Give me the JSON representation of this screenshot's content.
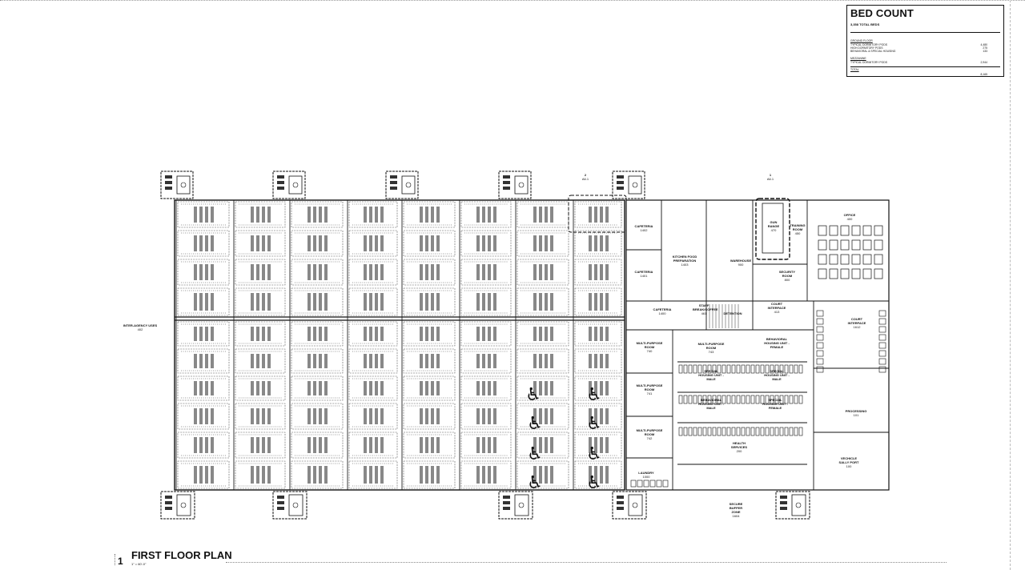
{
  "bed_count": {
    "title": "BED COUNT",
    "total_beds": "3,358 TOTAL BEDS",
    "ground_floor_header": "GROUND FLOOR",
    "rows": [
      {
        "label": "TYPICAL DORMITORY PODS",
        "value": "4,480"
      },
      {
        "label": "HIGH DORMITORY PODS",
        "value": "275"
      },
      {
        "label": "BEHAVIORAL & SPECIAL HOUSING",
        "value": "133"
      }
    ],
    "mezzanine_header": "MEZZANINE",
    "mezz_rows": [
      {
        "label": "TYPICAL DORMITORY PODS",
        "value": "2,944"
      }
    ],
    "total_label": "TOTAL",
    "total_value": "8,165"
  },
  "plan_title": "FIRST FLOOR PLAN",
  "view_number": "1",
  "scale": "1\" = 60'-0\"",
  "section_markers": [
    {
      "num": "2",
      "sheet": "A6.1"
    },
    {
      "num": "1",
      "sheet": "A6.1"
    }
  ],
  "rooms": [
    {
      "name": "INTER-AGENCY USES",
      "num": "402"
    },
    {
      "name": "CAFETERIA",
      "num": "1402"
    },
    {
      "name": "CAFETERIA",
      "num": "1401"
    },
    {
      "name": "CAFETERIA",
      "num": "1400"
    },
    {
      "name": "KITCHEN FOOD PREPARATION",
      "num": "1403"
    },
    {
      "name": "WAREHOUSE",
      "num": "900"
    },
    {
      "name": "GUN RANGE",
      "num": "470"
    },
    {
      "name": "TRAINING ROOM",
      "num": "450"
    },
    {
      "name": "OFFICE",
      "num": "400"
    },
    {
      "name": "SECURITY ROOM",
      "num": "800"
    },
    {
      "name": "STAFF BREAK/COFFEE",
      "num": "461"
    },
    {
      "name": "DETENTION",
      "num": ""
    },
    {
      "name": "COURT INTERFACE",
      "num": "413"
    },
    {
      "name": "COURT INTERFACE",
      "num": "1612"
    },
    {
      "name": "MULTI-PURPOSE ROOM",
      "num": "740"
    },
    {
      "name": "MULTI-PURPOSE ROOM",
      "num": "743"
    },
    {
      "name": "MULTI-PURPOSE ROOM",
      "num": "741"
    },
    {
      "name": "MULTI-PURPOSE ROOM",
      "num": "742"
    },
    {
      "name": "BEHAVIORAL HOUSING UNIT - FEMALE",
      "num": ""
    },
    {
      "name": "SPECIAL HOUSING UNIT - MALE",
      "num": ""
    },
    {
      "name": "SPECIAL HOUSING UNIT - MALE",
      "num": ""
    },
    {
      "name": "BEHAVIORAL HOUSING UNIT - MALE",
      "num": ""
    },
    {
      "name": "SPECIAL HOUSING UNIT - FEMALE",
      "num": ""
    },
    {
      "name": "HEALTH SERVICES",
      "num": "200"
    },
    {
      "name": "PROCESSING",
      "num": "101"
    },
    {
      "name": "VECHICLE SALLY PORT",
      "num": "100"
    },
    {
      "name": "LAUNDRY",
      "num": "1000"
    },
    {
      "name": "SECURE BUFFER ZONE",
      "num": "1604"
    }
  ]
}
